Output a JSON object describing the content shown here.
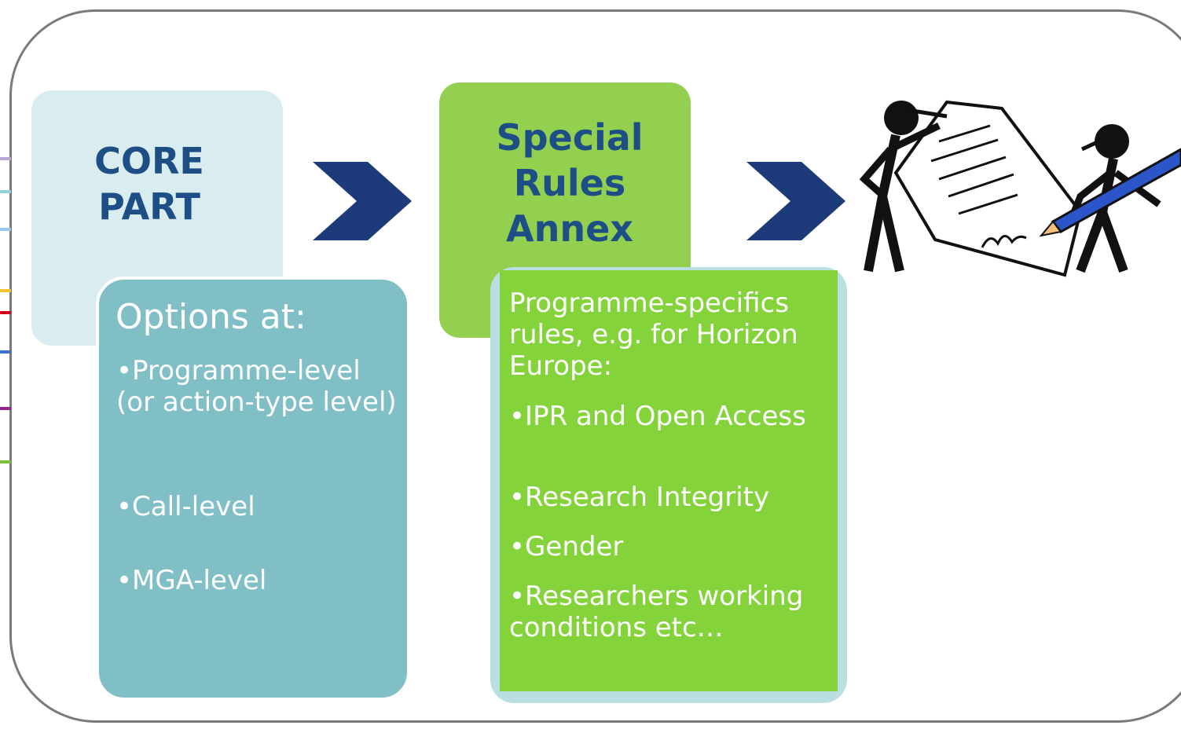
{
  "core": {
    "title_line1": "CORE",
    "title_line2": "PART"
  },
  "options": {
    "heading": "Options at:",
    "items": [
      "•Programme-level (or action-type level)",
      "•Call-level",
      "•MGA-level"
    ]
  },
  "special": {
    "title_line1": "Special",
    "title_line2": "Rules",
    "title_line3": "Annex"
  },
  "rules": {
    "intro": "Programme-specifics rules, e.g. for Horizon Europe:",
    "items": [
      "•IPR and Open Access",
      "•Research Integrity",
      "•Gender",
      "•Researchers working conditions etc…"
    ]
  },
  "icons": {
    "arrow": "chevron-right-icon",
    "illustration": "contract-signing-illustration"
  },
  "colors": {
    "navy": "#1d4f86",
    "core_bg": "#d9ecef",
    "options_bg": "#80bfc6",
    "special_bg": "#94d050",
    "rules_bg": "#84d33a"
  }
}
